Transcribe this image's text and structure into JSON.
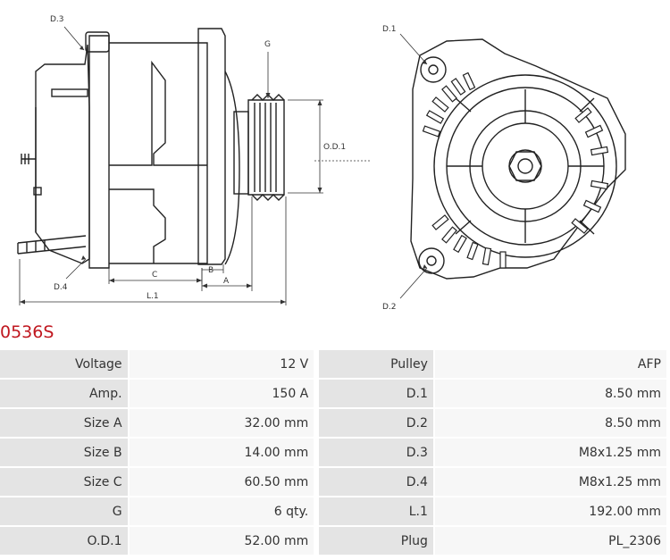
{
  "part_number": "0536S",
  "drawing": {
    "side_labels": {
      "d3": "D.3",
      "d4": "D.4",
      "g": "G",
      "od1": "O.D.1",
      "a": "A",
      "b": "B",
      "c": "C",
      "l1": "L.1"
    },
    "front_labels": {
      "d1": "D.1",
      "d2": "D.2"
    }
  },
  "specs": [
    {
      "label": "Voltage",
      "value": "12 V",
      "label2": "Pulley",
      "value2": "AFP"
    },
    {
      "label": "Amp.",
      "value": "150 A",
      "label2": "D.1",
      "value2": "8.50 mm"
    },
    {
      "label": "Size A",
      "value": "32.00 mm",
      "label2": "D.2",
      "value2": "8.50 mm"
    },
    {
      "label": "Size B",
      "value": "14.00 mm",
      "label2": "D.3",
      "value2": "M8x1.25 mm"
    },
    {
      "label": "Size C",
      "value": "60.50 mm",
      "label2": "D.4",
      "value2": "M8x1.25 mm"
    },
    {
      "label": "G",
      "value": "6 qty.",
      "label2": "L.1",
      "value2": "192.00 mm"
    },
    {
      "label": "O.D.1",
      "value": "52.00 mm",
      "label2": "Plug",
      "value2": "PL_2306"
    }
  ]
}
